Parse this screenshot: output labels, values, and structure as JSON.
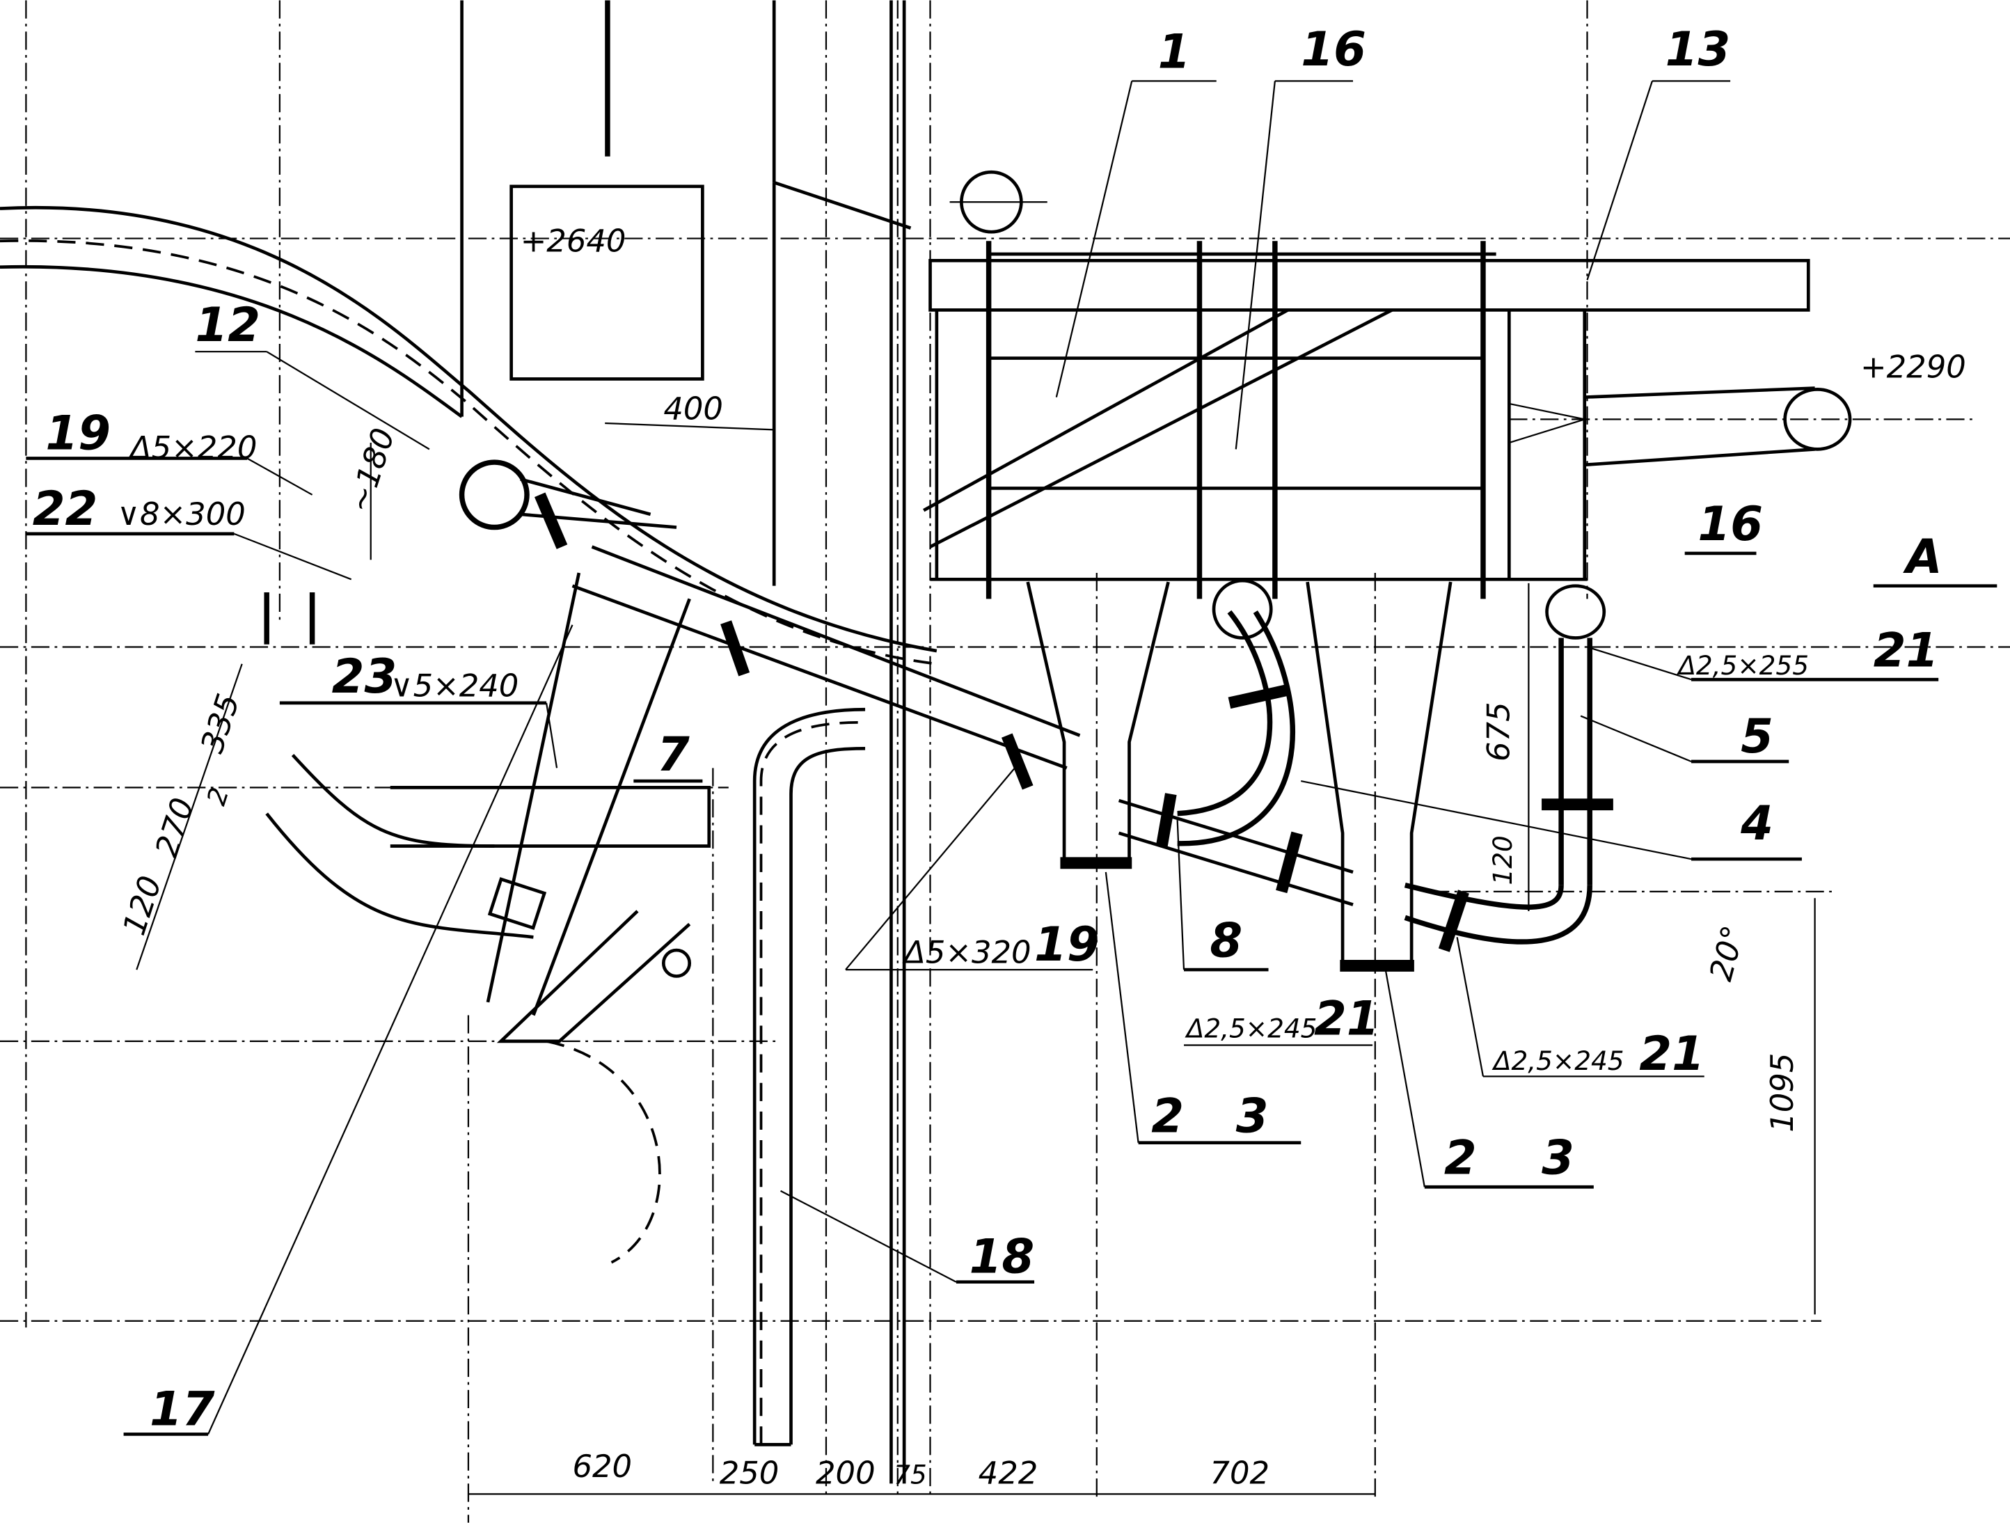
{
  "drawing": {
    "callouts": {
      "c1": "1",
      "c16a": "16",
      "c13": "13",
      "c12": "12",
      "c19a": "19",
      "c22": "22",
      "c16b": "16",
      "cA": "A",
      "c23": "23",
      "c21a": "21",
      "c5": "5",
      "c4": "4",
      "c7": "7",
      "c8": "8",
      "c19b": "19",
      "c21b": "21",
      "c21c": "21",
      "c2a": "2",
      "c3a": "3",
      "c2b": "2",
      "c3b": "3",
      "c18": "18",
      "c17": "17"
    },
    "weld_notes": {
      "w19a": "Δ5×220",
      "w22": "∨8×300",
      "w23": "∨5×240",
      "w21a": "Δ2,5×255",
      "w19b": "Δ5×320",
      "w21b": "Δ2,5×245",
      "w21c": "Δ2,5×245"
    },
    "dimensions": {
      "elev_top": "+2640",
      "elev_right": "+2290",
      "d400": "400",
      "d180": "~180",
      "d675": "675",
      "d120r": "120",
      "angle": "20°",
      "d1095": "1095",
      "d335": "335",
      "d270": "270",
      "d2": "2",
      "d120l": "120",
      "b620": "620",
      "b250": "250",
      "b200": "200",
      "b75": "75",
      "b422": "422",
      "b702": "702"
    }
  }
}
